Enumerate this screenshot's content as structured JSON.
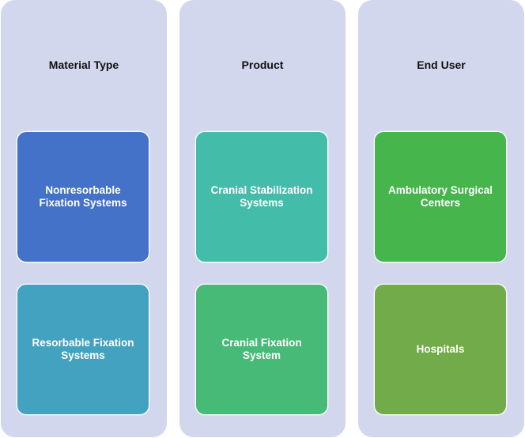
{
  "columns": [
    {
      "title": "Material Type",
      "cards": [
        {
          "label": "Nonresorbable Fixation Systems",
          "color": "#4472c8"
        },
        {
          "label": "Resorbable Fixation Systems",
          "color": "#43a2bf"
        }
      ]
    },
    {
      "title": "Product",
      "cards": [
        {
          "label": "Cranial Stabilization Systems",
          "color": "#43bcaa"
        },
        {
          "label": "Cranial Fixation System",
          "color": "#46ba76"
        }
      ]
    },
    {
      "title": "End User",
      "cards": [
        {
          "label": "Ambulatory Surgical Centers",
          "color": "#45b54c"
        },
        {
          "label": "Hospitals",
          "color": "#72ac4a"
        }
      ]
    }
  ]
}
